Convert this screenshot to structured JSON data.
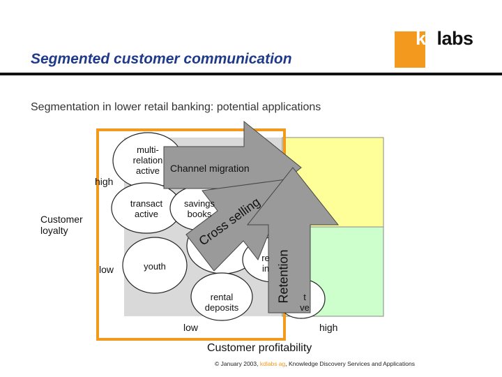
{
  "header": {
    "title": "Segmented customer communication",
    "logo": {
      "prefix": "kd",
      "suffix": "labs"
    }
  },
  "subtitle": "Segmentation in lower retail banking: potential applications",
  "axes": {
    "y_label_line1": "Customer",
    "y_label_line2": "loyalty",
    "y_high": "high",
    "y_low": "low",
    "x_label": "Customer profitability",
    "x_low": "low",
    "x_high": "high"
  },
  "segments": {
    "multi_relation_line1": "multi-",
    "multi_relation_line2": "relation",
    "multi_relation_line3": "active",
    "transact_line1": "transact",
    "transact_line2": "active",
    "savings_line1": "savings",
    "savings_line2": "books",
    "youth": "youth",
    "rental_line1": "rental",
    "rental_line2": "deposits",
    "partial_line1": "re",
    "partial_line2": "in",
    "partial_bottom_line1": "t",
    "partial_bottom_line2": "ve"
  },
  "arrows": {
    "channel_migration": "Channel migration",
    "cross_selling": "Cross selling",
    "retention": "Retention"
  },
  "footer": {
    "prefix": "© January 2003,",
    "brand": "kdlabs ag",
    "suffix": ", Knowledge Discovery Services and Applications"
  },
  "colors": {
    "title_blue": "#1f3a8a",
    "orange": "#f39a1e",
    "yellow_quadrant": "#ffff99",
    "green_quadrant": "#ccffcc",
    "grey_quadrant": "#d9d9d9",
    "arrow_grey": "#9a9a9a"
  }
}
